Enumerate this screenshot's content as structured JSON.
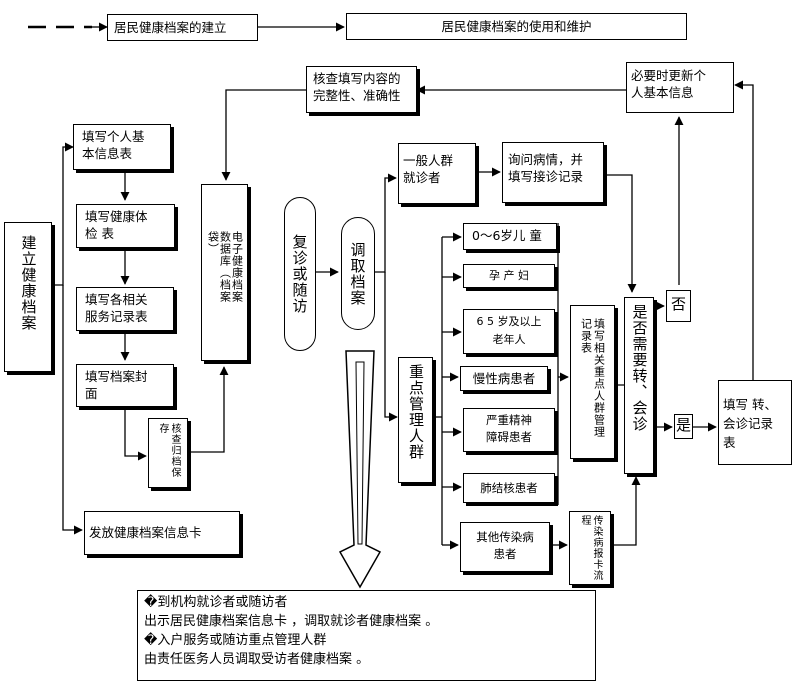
{
  "header": {
    "stage1": "居民健康档案的建立",
    "stage2": "居民健康档案的使用和维护"
  },
  "nodes": {
    "build_record": "建立健康档案",
    "fill_basic_info": "填写个人基\n本信息表",
    "fill_health_exam": "填写健康体\n检 表",
    "fill_service_record": "填写各相关\n服务记录表",
    "fill_cover": "填写档案封\n面",
    "verify_archive": "核查归档保存",
    "issue_card": "发放健康档案信息卡",
    "electronic_db": "电子健康档案数据库（档案袋）",
    "check_complete": "核查填写内容的\n完整性、准确性",
    "update_info": "必要时更新个\n人基本信息",
    "revisit": "复诊或随访",
    "retrieve": "调取档案",
    "general_patient": "一般人群\n就诊者",
    "inquiry": "询问病情，并\n填写接诊记录",
    "key_groups": "重点管理人群",
    "group_child": "0～6岁儿 童",
    "group_pregnant": "孕 产 妇",
    "group_elderly": "6 5 岁及以上\n老年人",
    "group_chronic": "慢性病患者",
    "group_mental": "严重精神\n障碍患者",
    "group_tb": "肺结核患者",
    "group_infectious": "其他传染病\n患者",
    "key_record": "填写相关重点人群管理记录表",
    "infectious_report": "传染病报卡流程",
    "referral_q": "是否需要转、会诊",
    "no": "否",
    "yes": "是",
    "referral_form": "填写 转、\n会诊记录\n表"
  },
  "note": {
    "line1": "到机构就诊者或随访者",
    "line2": "出示居民健康档案信息卡 ，调取就诊者健康档案 。",
    "line3": "入户服务或随访重点管理人群",
    "line4": "由责任医务人员调取受访者健康档案 。",
    "bullet": "�"
  }
}
